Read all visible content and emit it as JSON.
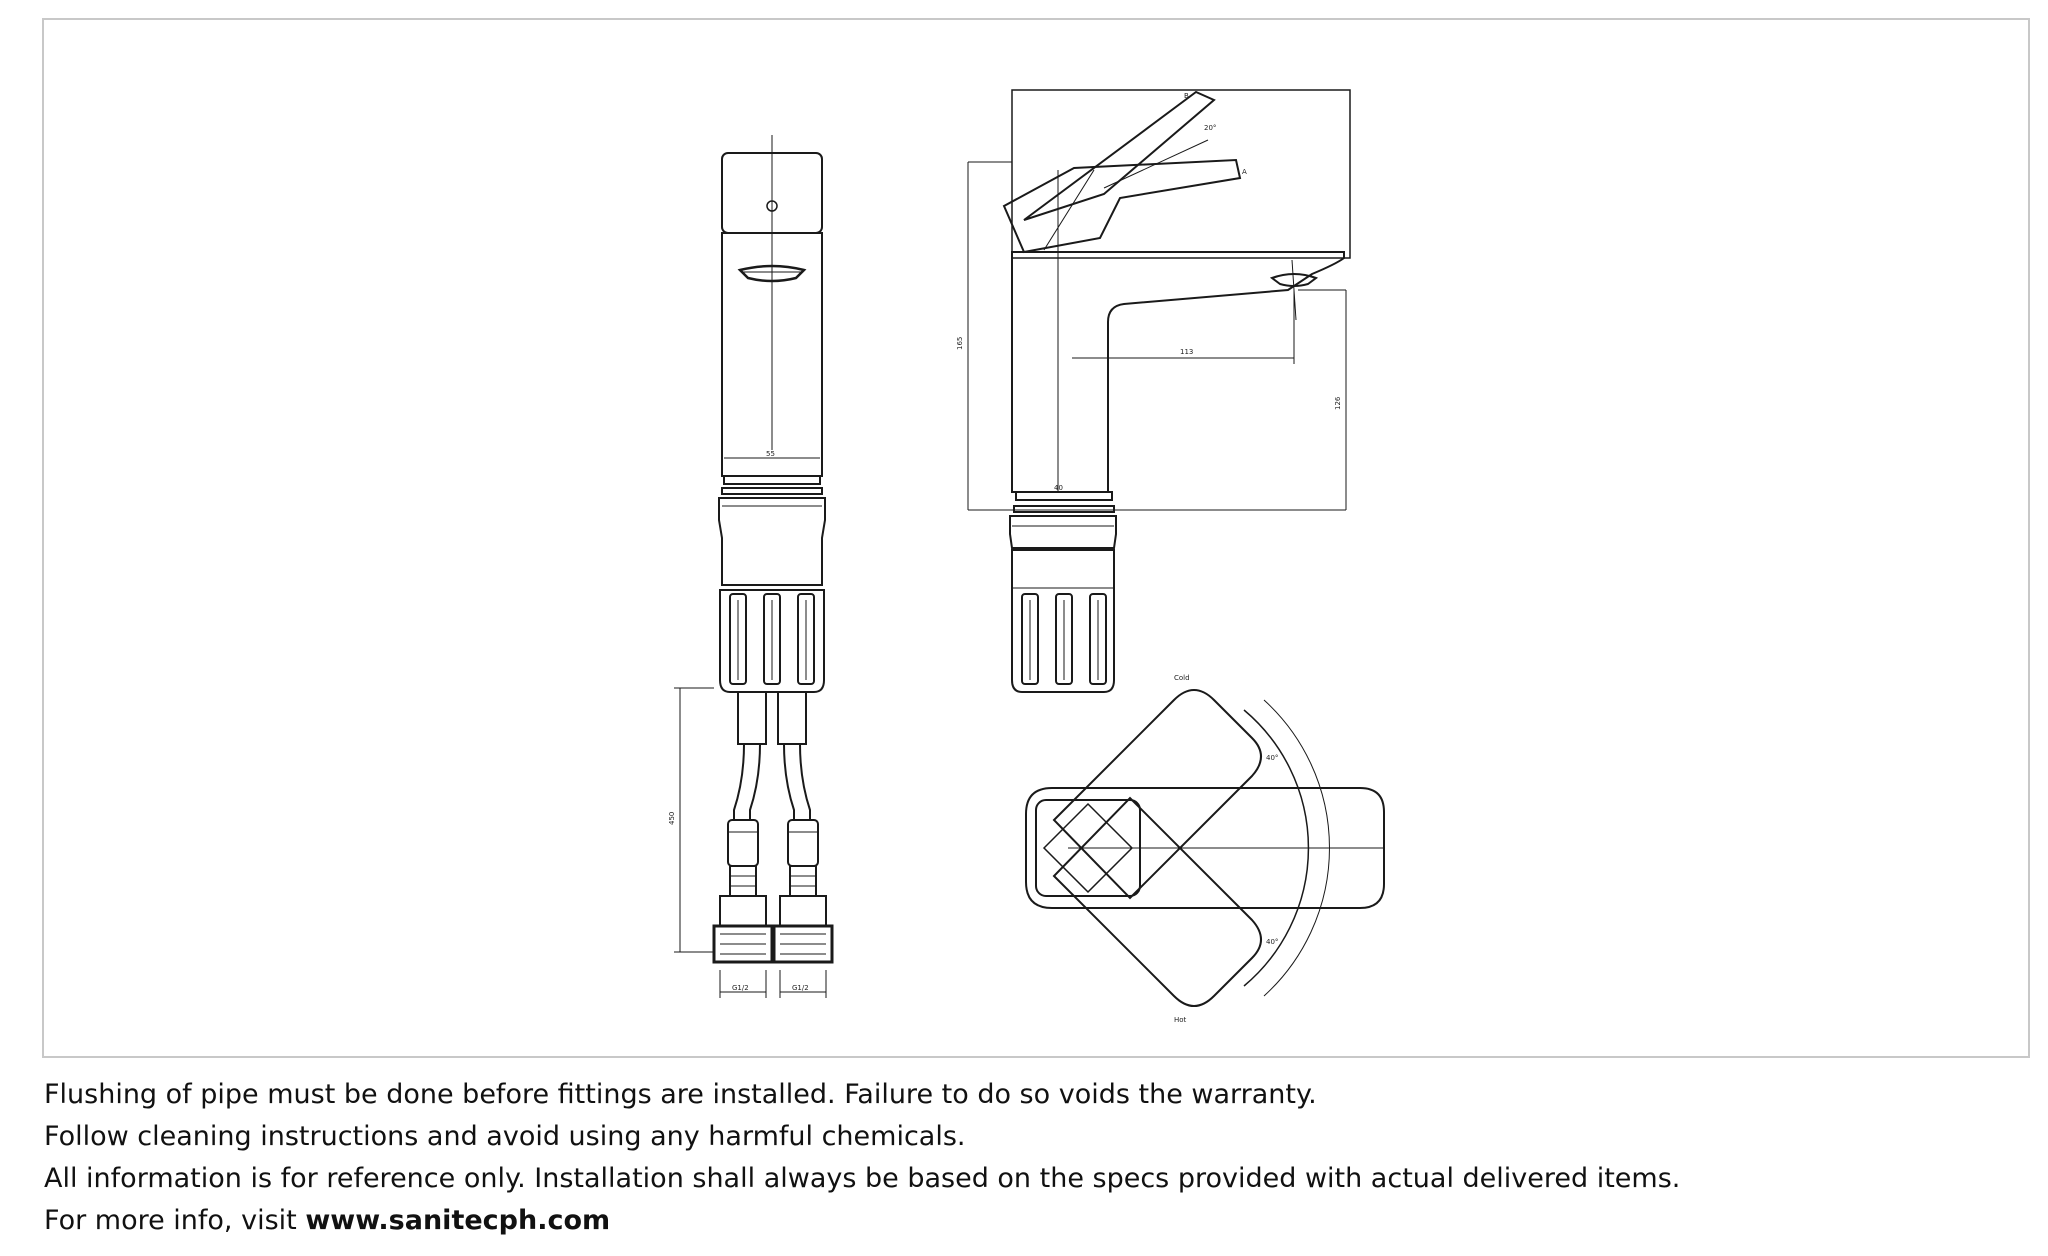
{
  "drawing": {
    "dims": {
      "front_width": "55",
      "side_base": "40",
      "height": "165",
      "spout_reach": "113",
      "spout_height": "126",
      "hose_length": "450",
      "thread_left": "G1/2",
      "thread_right": "G1/2",
      "rot_angle_top": "40°",
      "rot_angle_bottom": "40°",
      "cold_label": "Cold",
      "hot_label": "Hot",
      "lever_label_a": "A",
      "lever_label_b": "B",
      "lever_angle": "20°"
    }
  },
  "notes": {
    "line1": "Flushing of pipe must be done before fittings are installed. Failure to do so voids the warranty.",
    "line2": "Follow cleaning instructions and avoid using any harmful chemicals.",
    "line3": "All information is for reference only. Installation shall always be based on the specs provided with actual delivered items.",
    "line4_prefix": "For more info, visit ",
    "line4_url": "www.sanitecph.com"
  }
}
